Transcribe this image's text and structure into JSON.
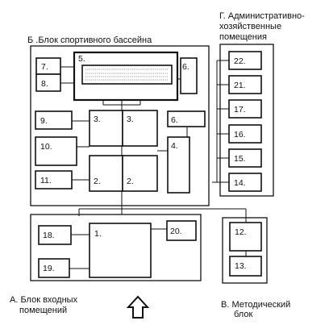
{
  "titles": {
    "block_b": "Б .Блок спортивного бассейна",
    "block_g_line1": "Г. Административно-",
    "block_g_line2": "хозяйственные",
    "block_g_line3": "помещения",
    "block_a_line1": "А. Блок входных",
    "block_a_line2": "помещений",
    "block_v_line1": "В. Методический",
    "block_v_line2": "блок"
  },
  "rooms": {
    "r1": "1.",
    "r2a": "2.",
    "r2b": "2.",
    "r3a": "3.",
    "r3b": "3.",
    "r4": "4.",
    "r5": "5.",
    "r6a": "6.",
    "r6b": "6.",
    "r7": "7.",
    "r8": "8.",
    "r9": "9.",
    "r10": "10.",
    "r11": "11.",
    "r12": "12.",
    "r13": "13.",
    "r14": "14.",
    "r15": "15.",
    "r16": "16.",
    "r17": "17.",
    "r18": "18.",
    "r19": "19.",
    "r20": "20.",
    "r21": "21.",
    "r22": "22."
  }
}
